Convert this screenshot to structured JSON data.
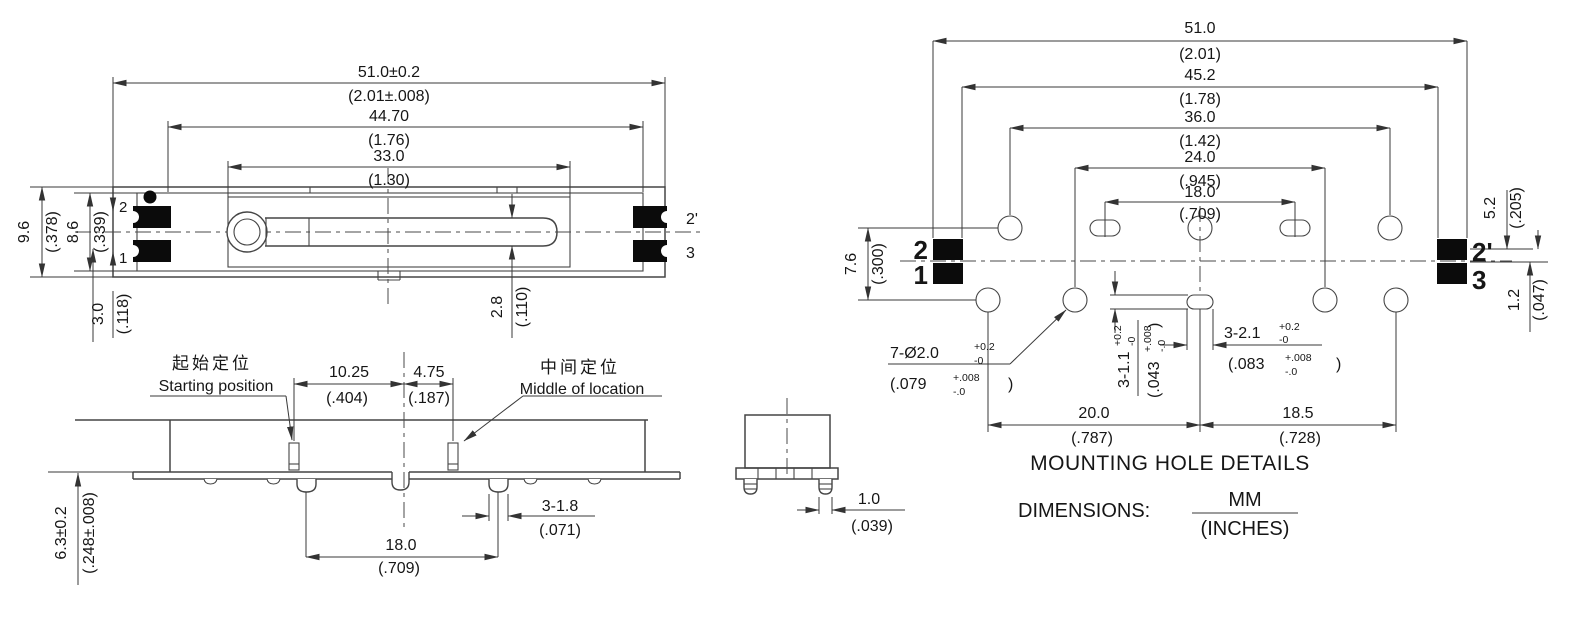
{
  "drawing": {
    "front_view": {
      "dim_width_outer_mm": "51.0±0.2",
      "dim_width_outer_in": "(2.01±.008)",
      "dim_width_inner_mm": "44.70",
      "dim_width_inner_in": "(1.76)",
      "dim_slot_span_mm": "33.0",
      "dim_slot_span_in": "(1.30)",
      "dim_height_outer_mm": "9.6",
      "dim_height_outer_in": "(.378)",
      "dim_height_body_mm": "8.6",
      "dim_height_body_in": "(.339)",
      "dim_pin_offset_mm": "3.0",
      "dim_pin_offset_in": "(.118)",
      "dim_slot_width_mm": "2.8",
      "dim_slot_width_in": "(.110)",
      "terminal_2": "2",
      "terminal_1": "1",
      "terminal_2p": "2'",
      "terminal_3": "3"
    },
    "side_view": {
      "start_label_cn": "起始定位",
      "start_label_en": "Starting position",
      "middle_label_cn": "中间定位",
      "middle_label_en": "Middle of location",
      "dim_start_mm": "10.25",
      "dim_start_in": "(.404)",
      "dim_middle_mm": "4.75",
      "dim_middle_in": "(.187)",
      "dim_height_mm": "6.3±0.2",
      "dim_height_in": "(.248±.008)",
      "dim_pin_pitch_mm": "18.0",
      "dim_pin_pitch_in": "(.709)",
      "dim_pin_width_mm": "3-1.8",
      "dim_pin_width_in": "(.071)"
    },
    "end_view": {
      "dim_pin_mm": "1.0",
      "dim_pin_in": "(.039)"
    },
    "mounting_view": {
      "title": "MOUNTING HOLE DETAILS",
      "dimensions_label": "DIMENSIONS:",
      "units_mm": "MM",
      "units_inches": "(INCHES)",
      "dim_51_mm": "51.0",
      "dim_51_in": "(2.01)",
      "dim_452_mm": "45.2",
      "dim_452_in": "(1.78)",
      "dim_36_mm": "36.0",
      "dim_36_in": "(1.42)",
      "dim_24_mm": "24.0",
      "dim_24_in": "(.945)",
      "dim_18_mm": "18.0",
      "dim_18_in": "(.709)",
      "dim_76_mm": "7.6",
      "dim_76_in": "(.300)",
      "dim_52_mm": "5.2",
      "dim_52_in": "(.205)",
      "dim_12_mm": "1.2",
      "dim_12_in": "(.047)",
      "dim_20_mm": "20.0",
      "dim_20_in": "(.787)",
      "dim_185_mm": "18.5",
      "dim_185_in": "(.728)",
      "holes_callout": {
        "mm": "7-Ø2.0",
        "mm_sup": "+0.2",
        "mm_sub": "-0",
        "in_open": "(.079",
        "in_sup": "+.008",
        "in_sub": "-.0",
        "in_close": ")"
      },
      "slot_height_callout": {
        "mm": "3-1.1",
        "mm_sup": "+0.2",
        "mm_sub": "-0",
        "in_open": "(.043",
        "in_sup": "+.008",
        "in_sub": "-.0",
        "in_close": ")"
      },
      "slot_width_callout": {
        "mm": "3-2.1",
        "mm_sup": "+0.2",
        "mm_sub": "-0",
        "in_open": "(.083",
        "in_sup": "+.008",
        "in_sub": "-.0",
        "in_close": ")"
      },
      "pad_2": "2",
      "pad_1": "1",
      "pad_2p": "2'",
      "pad_3": "3"
    }
  }
}
